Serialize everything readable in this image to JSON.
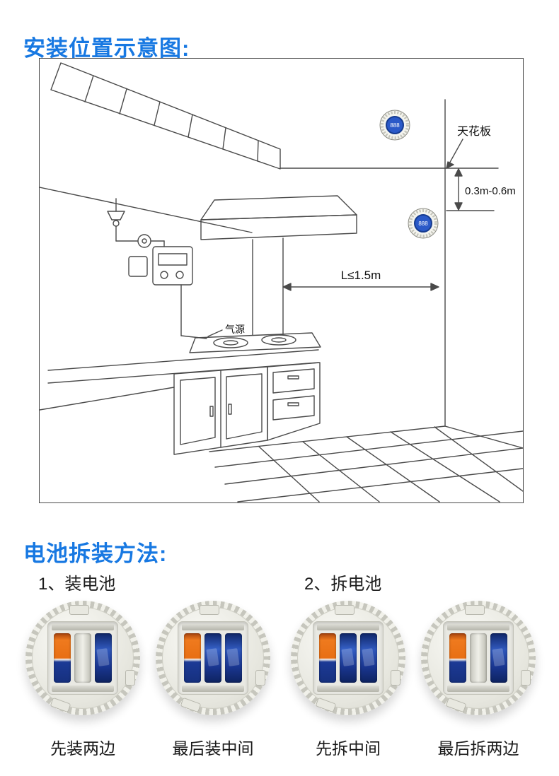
{
  "section1": {
    "title": "安装位置示意图:",
    "labels": {
      "ceiling": "天花板",
      "height_range": "0.3m-0.6m",
      "distance": "L≤1.5m",
      "gas_source": "气源",
      "alarm_display": "888"
    }
  },
  "section2": {
    "title": "电池拆装方法:",
    "steps": [
      {
        "label": "1、装电池",
        "items": [
          {
            "caption": "先装两边"
          },
          {
            "caption": "最后装中间"
          }
        ]
      },
      {
        "label": "2、拆电池",
        "items": [
          {
            "caption": "先拆中间"
          },
          {
            "caption": "最后拆两边"
          }
        ]
      }
    ]
  },
  "colors": {
    "accent_blue": "#1778e2",
    "alarm_face_blue": "#2a59c8",
    "battery_orange": "#e8701a",
    "battery_blue": "#1d3a94"
  }
}
